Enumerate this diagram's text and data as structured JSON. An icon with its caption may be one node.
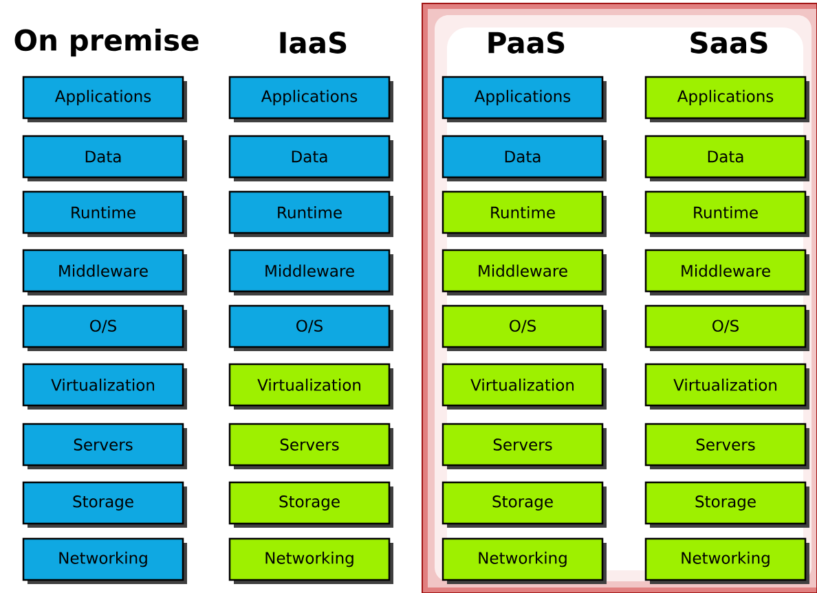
{
  "diagram": {
    "nodes": [
      {
        "text": [
          "Applications"
        ]
      },
      {
        "text": [
          "Applications"
        ]
      },
      {
        "text": [
          "Applications"
        ]
      },
      {
        "text": [
          "Applications"
        ]
      },
      {
        "text": [
          "Data"
        ]
      },
      {
        "text": [
          "Data"
        ]
      },
      {
        "text": [
          "Data"
        ]
      },
      {
        "text": [
          "Data"
        ]
      },
      {
        "text": [
          "Runtime"
        ]
      },
      {
        "text": [
          "Runtime"
        ]
      },
      {
        "text": [
          "Runtime"
        ]
      },
      {
        "text": [
          "Runtime"
        ]
      },
      {
        "text": [
          "Middleware"
        ]
      },
      {
        "text": [
          "Middleware"
        ]
      },
      {
        "text": [
          "Middleware"
        ]
      },
      {
        "text": [
          "Middleware"
        ]
      },
      {
        "text": [
          "O/S"
        ]
      },
      {
        "text": [
          "O/S"
        ]
      },
      {
        "text": [
          "O/S"
        ]
      },
      {
        "text": [
          "O/S"
        ]
      },
      {
        "text": [
          "Virtualization"
        ]
      },
      {
        "text": [
          "Virtualization"
        ]
      },
      {
        "text": [
          "Virtualization"
        ]
      },
      {
        "text": [
          "Virtualization"
        ]
      },
      {
        "text": [
          "Servers"
        ]
      },
      {
        "text": [
          "Servers"
        ]
      },
      {
        "text": [
          "Servers"
        ]
      },
      {
        "text": [
          "Servers"
        ]
      },
      {
        "text": [
          "Storage"
        ]
      },
      {
        "text": [
          "Storage"
        ]
      },
      {
        "text": [
          "Storage"
        ]
      },
      {
        "text": [
          "Storage"
        ]
      },
      {
        "text": [
          "Networking"
        ]
      },
      {
        "text": [
          "Networking"
        ]
      },
      {
        "text": [
          "Networking"
        ]
      },
      {
        "text": [
          "Networking"
        ]
      }
    ],
    "labels": [
      "On premise",
      "IaaS",
      "PaaS",
      "SaaS"
    ]
  }
}
